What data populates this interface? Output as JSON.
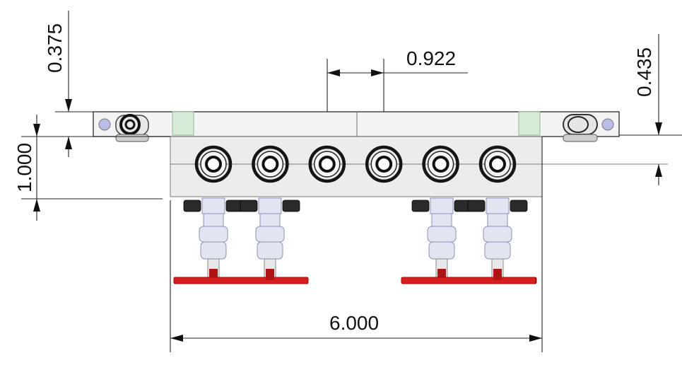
{
  "drawing": {
    "dimensions": {
      "top_left": "0.375",
      "left_height": "1.000",
      "port_spacing": "0.922",
      "right_offset": "0.435",
      "overall_width": "6.000"
    },
    "port_count": 6,
    "valve_count": 4
  }
}
